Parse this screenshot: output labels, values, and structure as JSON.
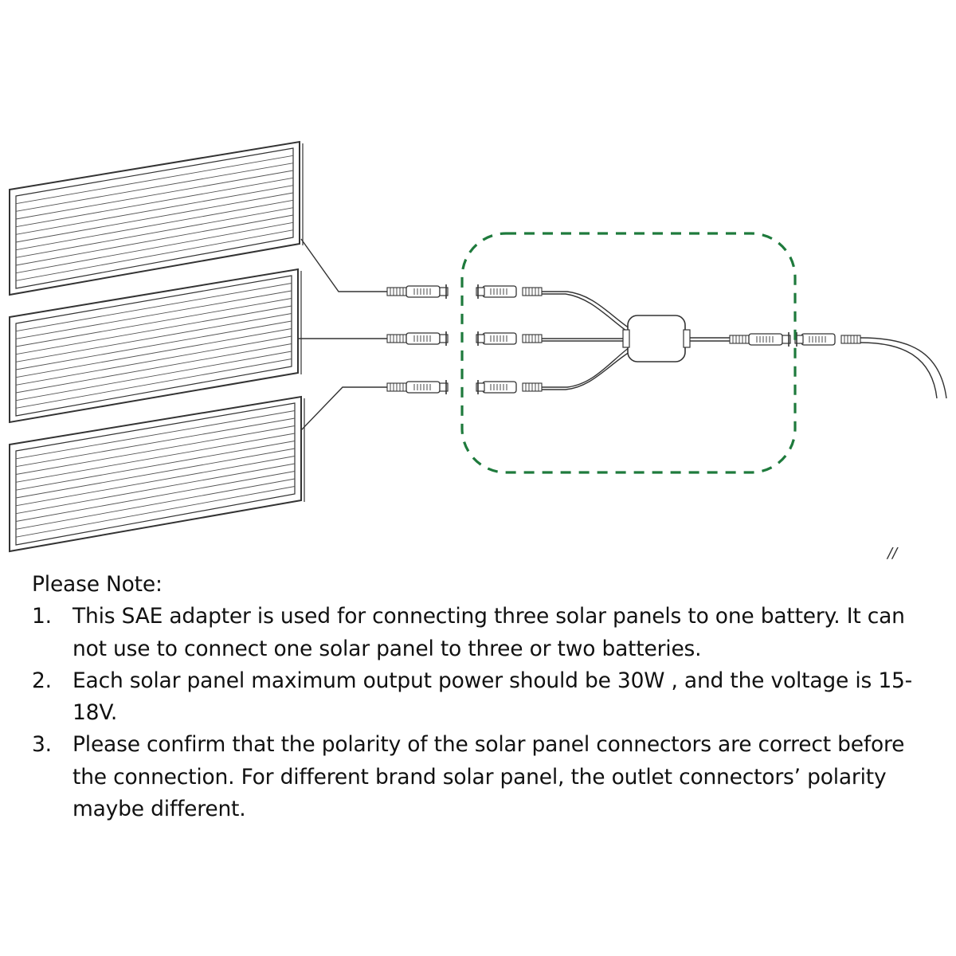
{
  "diagram": {
    "panel_count": 3,
    "adapter_highlight_color": "#1e7a3c",
    "line_color": "#333333"
  },
  "notes": {
    "heading": "Please Note:",
    "items": [
      {
        "number": "1.",
        "text": "This SAE adapter is used for connecting three solar panels to one battery. It can not use to connect one solar panel to three or two batteries."
      },
      {
        "number": "2.",
        "text": "Each solar panel maximum output power should be 30W , and the voltage is 15-18V."
      },
      {
        "number": "3.",
        "text": "Please confirm that the polarity of the solar panel connectors are correct before the connection.  For different brand solar panel, the outlet connectors’ polarity maybe different."
      }
    ]
  },
  "marker": "//"
}
